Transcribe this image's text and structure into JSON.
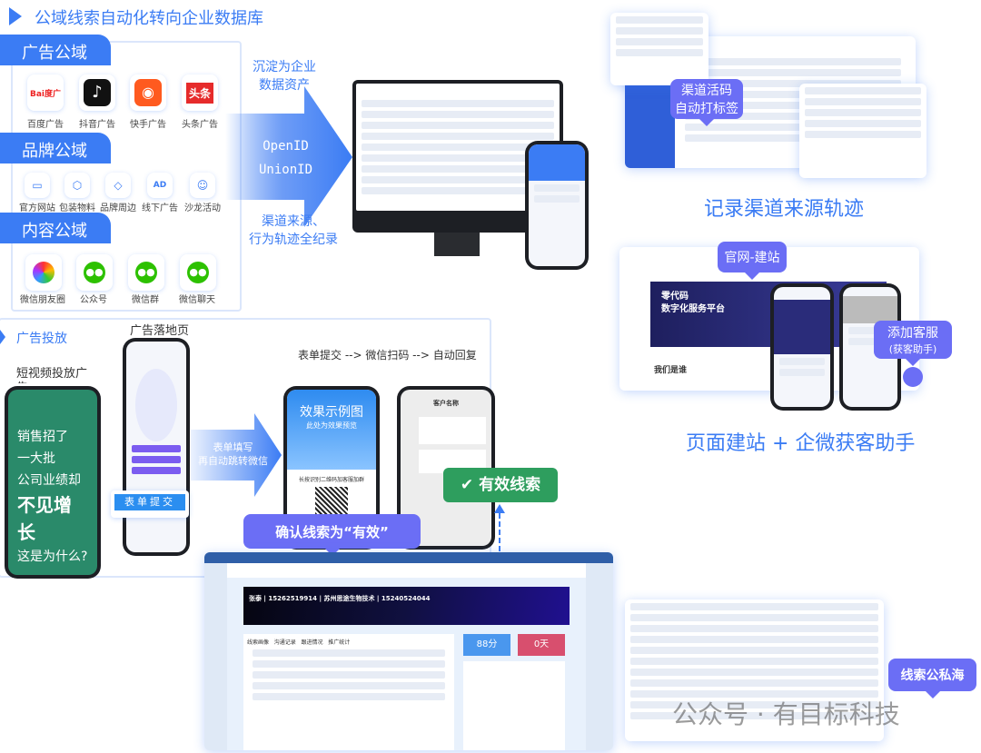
{
  "title": "公域线索自动化转向企业数据库",
  "left_panel": {
    "sections": [
      {
        "label": "广告公域",
        "items": [
          "百度广告",
          "抖音广告",
          "快手广告",
          "头条广告"
        ]
      },
      {
        "label": "品牌公域",
        "items": [
          "官方网站",
          "包装物料",
          "品牌周边",
          "线下广告",
          "沙龙活动"
        ]
      },
      {
        "label": "内容公域",
        "items": [
          "微信朋友圈",
          "公众号",
          "微信群",
          "微信聊天"
        ]
      }
    ],
    "logo_text": {
      "baidu": "Bai度广",
      "toutiao": "头条",
      "ad": "AD"
    }
  },
  "arrow": {
    "top": [
      "沉淀为企业",
      "数据资产"
    ],
    "ids": [
      "OpenID",
      "UnionID"
    ],
    "bottom": [
      "渠道来源、",
      "行为轨迹全纪录"
    ]
  },
  "right": {
    "callout_code": [
      "渠道活码",
      "自动打标签"
    ],
    "caption1": "记录渠道来源轨迹",
    "callout_site": "官网-建站",
    "site_banner": [
      "零代码",
      "数字化服务平台"
    ],
    "site_about": "我们是谁",
    "callout_service": [
      "添加客服",
      "(获客助手)"
    ],
    "caption2": "页面建站 + 企微获客助手",
    "callout_pool": "线索公私海"
  },
  "ads": {
    "heading": "广告投放",
    "short_video": "短视频投放广告",
    "video_lines": [
      "销售招了",
      "一大批",
      "公司业绩却",
      "不见增长",
      "这是为什么?"
    ],
    "landing": "广告落地页",
    "submit_button": "表单提交",
    "arrow_text": [
      "表单填写",
      "再自动跳转微信"
    ],
    "flow": "表单提交 --> 微信扫码 --> 自动回复",
    "qr_title": "效果示例图",
    "qr_sub": "此处为效果预览",
    "qr_caption": "长按识别二维码加客服加群",
    "chat_title": "客户名称",
    "valid_badge": "有效线索",
    "confirm_callout": "确认线索为“有效”"
  },
  "crm": {
    "header": "张泰 | 15262519914 | 苏州思途生物技术 | 15240524044",
    "score": "88分",
    "days": "0天",
    "tabs": [
      "线索画像",
      "沟通记录",
      "跟进情况",
      "推广统计"
    ]
  },
  "watermark": "公众号 · 有目标科技",
  "colors": {
    "accent": "#3b7cf4",
    "callout": "#6b6ef5",
    "green": "#2e9e5e"
  }
}
